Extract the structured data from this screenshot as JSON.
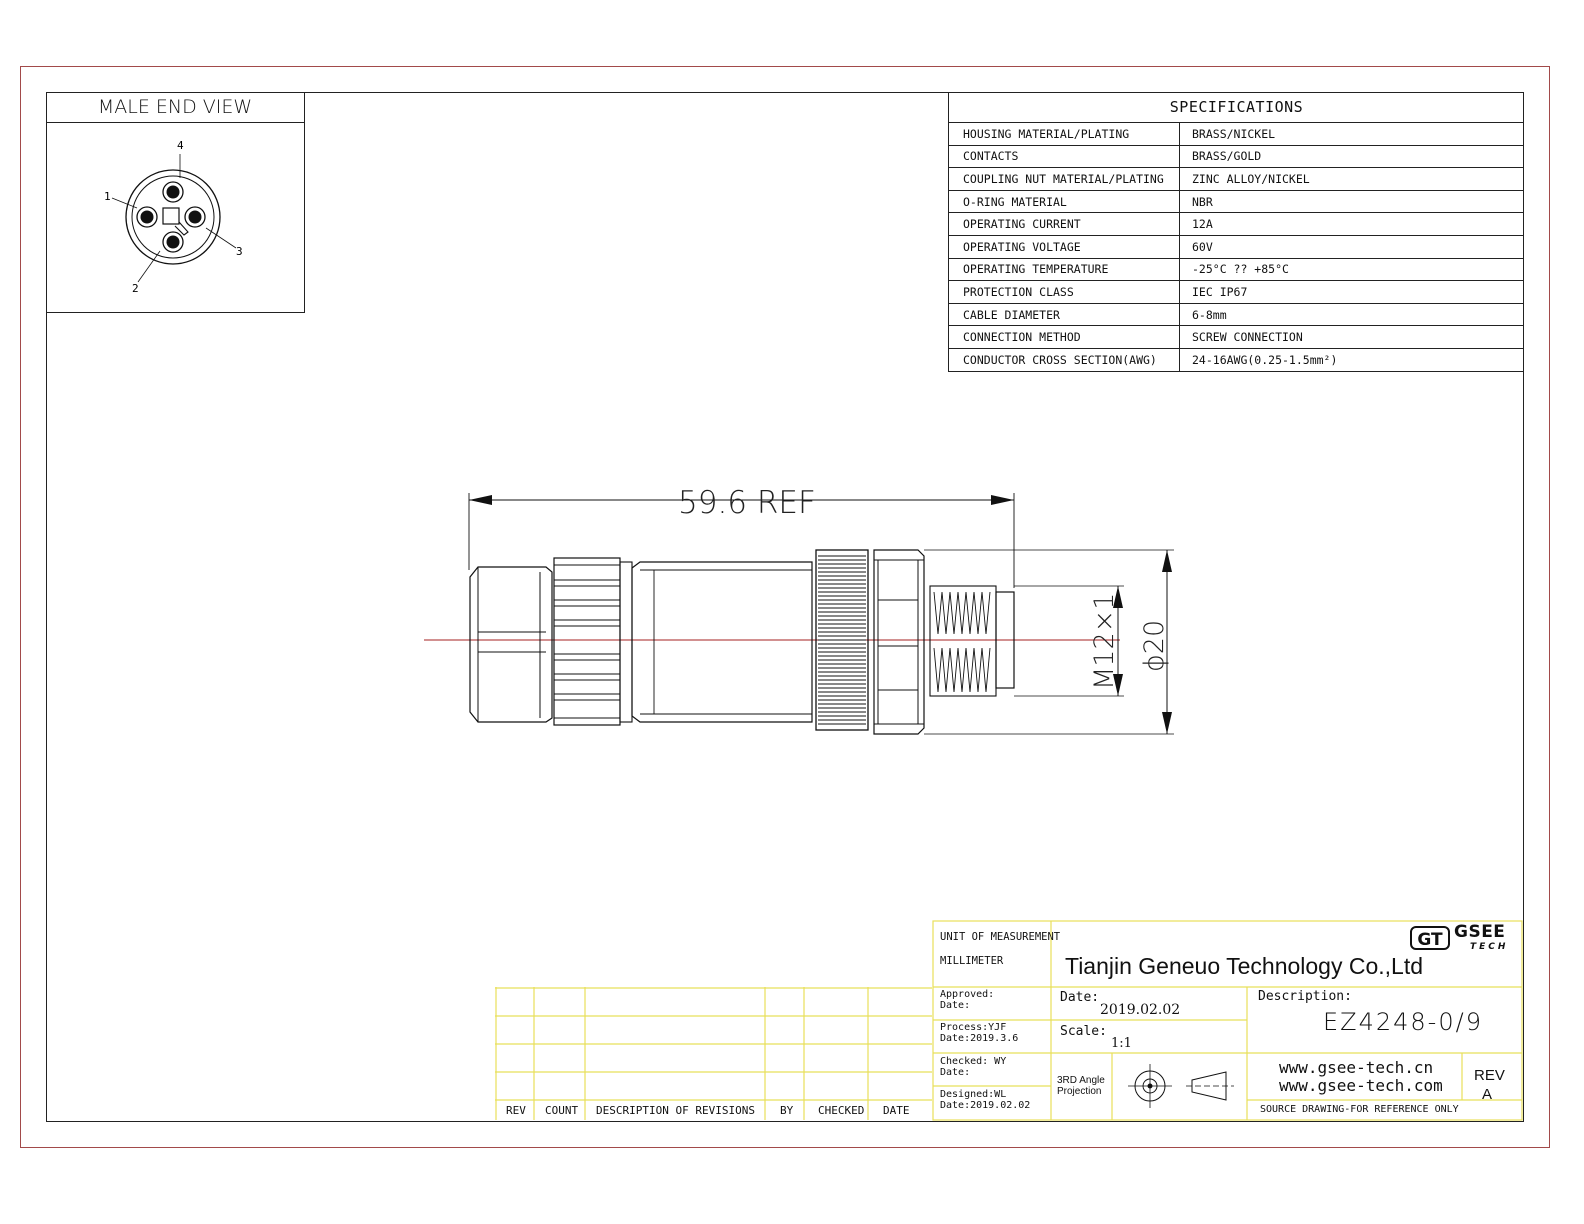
{
  "end_view": {
    "title": "MALE END VIEW",
    "pins": [
      "1",
      "2",
      "3",
      "4"
    ]
  },
  "specifications": {
    "title": "SPECIFICATIONS",
    "rows": [
      {
        "label": "HOUSING MATERIAL/PLATING",
        "value": "BRASS/NICKEL"
      },
      {
        "label": "CONTACTS",
        "value": "BRASS/GOLD"
      },
      {
        "label": "COUPLING NUT MATERIAL/PLATING",
        "value": "ZINC ALLOY/NICKEL"
      },
      {
        "label": "O-RING MATERIAL",
        "value": "NBR"
      },
      {
        "label": "OPERATING CURRENT",
        "value": "12A"
      },
      {
        "label": "OPERATING VOLTAGE",
        "value": "60V"
      },
      {
        "label": "OPERATING TEMPERATURE",
        "value": "-25°C ?? +85°C"
      },
      {
        "label": "PROTECTION CLASS",
        "value": "IEC  IP67"
      },
      {
        "label": "CABLE  DIAMETER",
        "value": "6-8mm"
      },
      {
        "label": "CONNECTION  METHOD",
        "value": "SCREW  CONNECTION"
      },
      {
        "label": "CONDUCTOR  CROSS  SECTION(AWG)",
        "value": "24-16AWG(0.25-1.5mm²)"
      }
    ]
  },
  "dimensions": {
    "length": "59.6 REF",
    "thread": "M12×1",
    "diameter": "ϕ20"
  },
  "revision_table": {
    "headers": [
      "REV",
      "COUNT",
      "DESCRIPTION  OF  REVISIONS",
      "BY",
      "CHECKED",
      "DATE"
    ]
  },
  "title_block": {
    "unit_label": "UNIT OF MEASUREMENT",
    "unit_value": "MILLIMETER",
    "company": "Tianjin Geneuo Technology Co.,Ltd",
    "logo_mark": "GT",
    "logo_top": "GSEE",
    "logo_bottom": "TECH",
    "approved_label": "Approved:",
    "approved_date_label": "Date:",
    "process_label": "Process:YJF",
    "process_date": "Date:2019.3.6",
    "checked_label": "Checked: WY",
    "checked_date_label": "Date:",
    "designed_label": "Designed:WL",
    "designed_date": "Date:2019.02.02",
    "date_label": "Date:",
    "date_value": "2019.02.02",
    "scale_label": "Scale:",
    "scale_value": "1:1",
    "projection_line1": "3RD Angle",
    "projection_line2": "Projection",
    "description_label": "Description:",
    "part_number": "EZ4248-0/9",
    "website1": "www.gsee-tech.cn",
    "website2": "www.gsee-tech.com",
    "rev_label": "REV",
    "rev_value": "A",
    "note": "SOURCE DRAWING-FOR REFERENCE ONLY"
  },
  "colors": {
    "outer_border": "#a24a4a",
    "title_block_lines": "#e8e05a",
    "centerline": "#a42020"
  }
}
